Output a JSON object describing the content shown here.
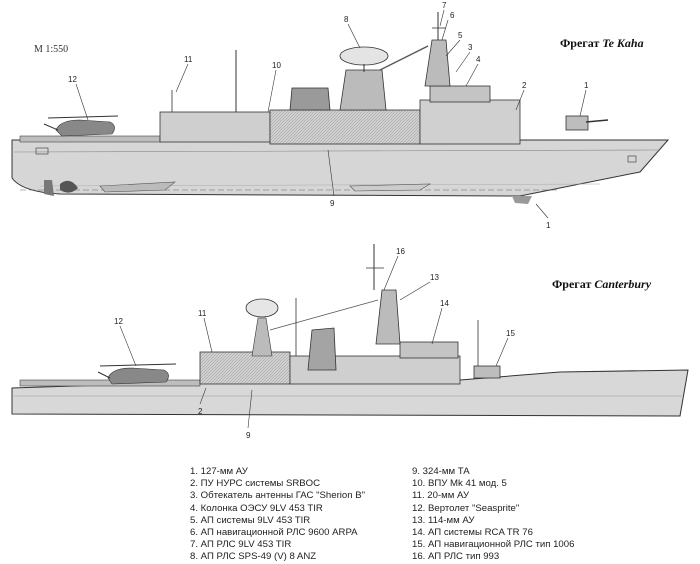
{
  "scale_label": "М 1:550",
  "ships": [
    {
      "prefix": "Фрегат",
      "name": "Te Kaha"
    },
    {
      "prefix": "Фрегат",
      "name": "Canterbury"
    }
  ],
  "callouts_top": [
    "1",
    "2",
    "3",
    "4",
    "5",
    "6",
    "7",
    "8",
    "9",
    "10",
    "11",
    "12"
  ],
  "callouts_bottom": [
    "2",
    "9",
    "11",
    "12",
    "13",
    "14",
    "15",
    "16"
  ],
  "legend": [
    "1. 127-мм АУ",
    "2. ПУ НУРС системы SRBOC",
    "3. Обтекатель антенны ГАС \"Sherion B\"",
    "4. Колонка ОЭСУ 9LV 453 TIR",
    "5. АП системы 9LV 453 TIR",
    "6. АП навигационной РЛС 9600 ARPA",
    "7. АП РЛС 9LV 453 TIR",
    "8. АП РЛС SPS-49 (V) 8 ANZ",
    "9. 324-мм ТА",
    "10. ВПУ Mk 41 мод. 5",
    "11. 20-мм АУ",
    "12. Вертолет \"Seasprite\"",
    "13. 114-мм АУ",
    "14. АП системы RCA TR 76",
    "15. АП навигационной РЛС тип 1006",
    "16. АП РЛС тип 993"
  ]
}
